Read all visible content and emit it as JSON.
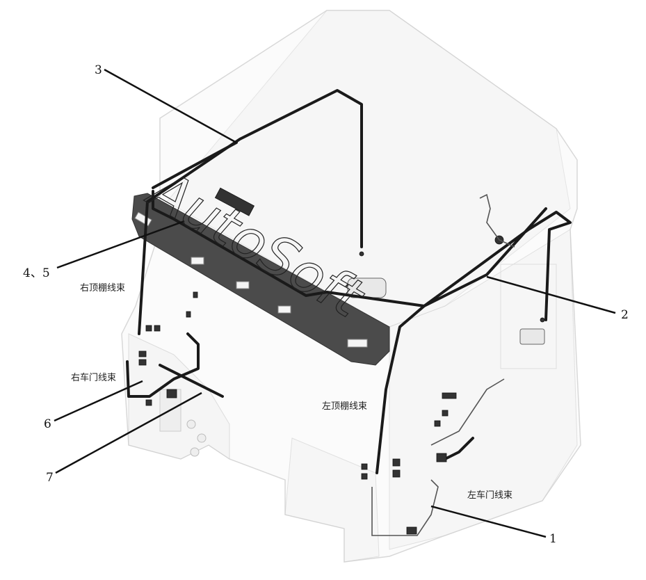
{
  "callouts": {
    "c1": "1",
    "c2": "2",
    "c3": "3",
    "c45": "4、5",
    "c6": "6",
    "c7": "7"
  },
  "labels": {
    "right_roof_harness": "右顶棚线束",
    "right_door_harness": "右车门线束",
    "left_roof_harness": "左顶棚线束",
    "left_door_harness": "左车门线束"
  },
  "watermark": "AutoSoft"
}
